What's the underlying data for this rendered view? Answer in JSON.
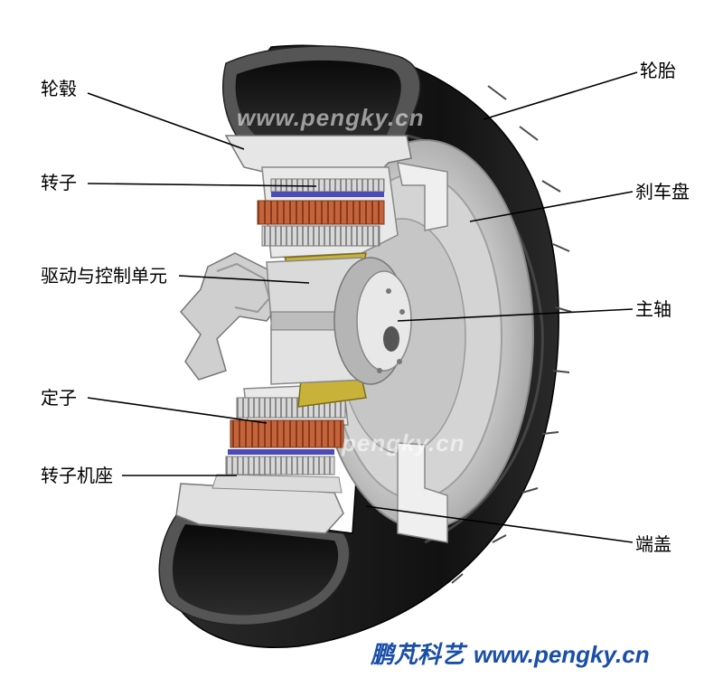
{
  "labels": {
    "hub": "轮毂",
    "tire": "轮胎",
    "rotor": "转子",
    "brake_disc": "刹车盘",
    "drive_control": "驱动与控制单元",
    "main_shaft": "主轴",
    "stator": "定子",
    "rotor_housing": "转子机座",
    "end_cover": "端盖"
  },
  "watermarks": {
    "top": "www.pengky.cn",
    "middle": "pengky.cn"
  },
  "brand": {
    "name": "鹏芃科艺",
    "url": "www.pengky.cn"
  },
  "colors": {
    "tire": "#161616",
    "tire_edge": "#3a3a3a",
    "rim": "#d9d9d9",
    "copper": "#c4643a",
    "insulation": "#4a4ab8",
    "control_unit": "#c9b23a",
    "brand": "#1a4fa8"
  }
}
